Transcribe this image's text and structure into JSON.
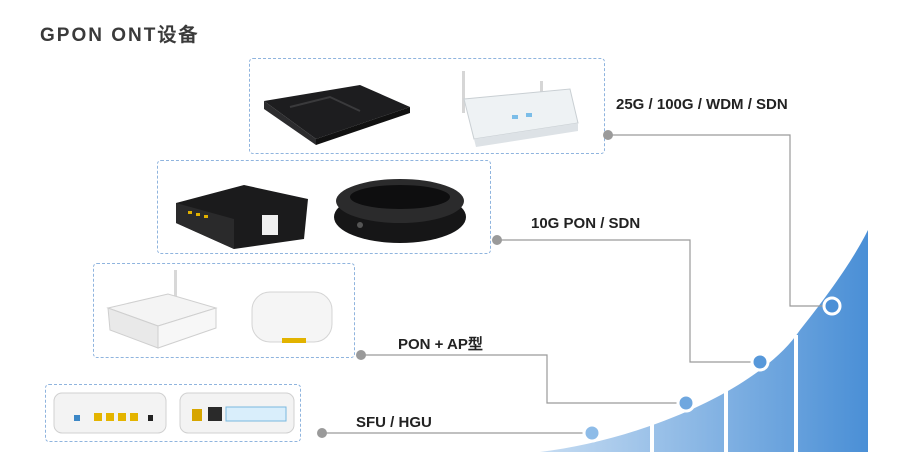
{
  "title": "GPON  ONT设备",
  "tiers": [
    {
      "label": "25G / 100G / WDM / SDN"
    },
    {
      "label": "10G PON / SDN"
    },
    {
      "label": "PON + AP型"
    },
    {
      "label": "SFU / HGU"
    }
  ],
  "colors": {
    "frame": "#8fb4de",
    "connector": "#9a9a9a",
    "step_light": "#b8d3ef",
    "step_dark": "#4a8fd6"
  }
}
